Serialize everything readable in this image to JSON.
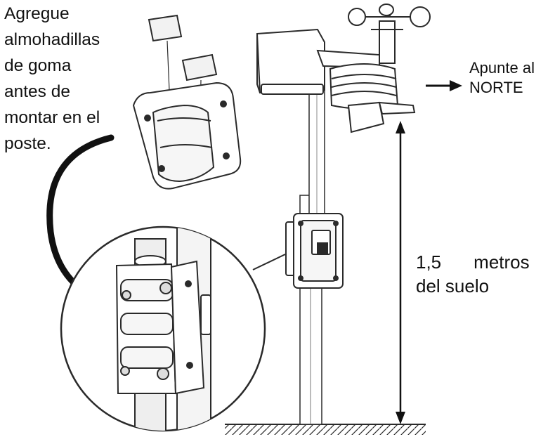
{
  "instruction": {
    "lines": [
      "Agregue",
      "almohadillas",
      "de goma",
      "antes de",
      "montar en el",
      "poste."
    ]
  },
  "north_label": {
    "lines": [
      "Apunte al",
      "NORTE"
    ]
  },
  "height_label": {
    "value": "1,5",
    "unit": "metros",
    "line2": "del suelo"
  },
  "colors": {
    "ink": "#111111",
    "stroke": "#2a2a2a",
    "paper": "#ffffff",
    "shade": "#d9d9d9",
    "light": "#f2f2f2"
  },
  "icons": {
    "arrow": "arrow-right-icon",
    "curved": "curved-arrow-icon"
  }
}
